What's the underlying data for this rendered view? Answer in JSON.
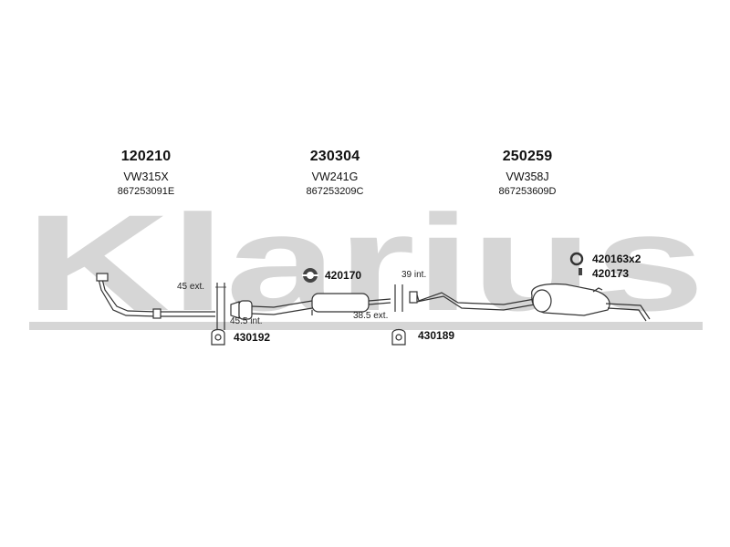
{
  "watermark": {
    "text": "Klarius",
    "color": "#d6d6d6"
  },
  "parts": [
    {
      "number": "120210",
      "ref": "VW315X",
      "oem": "867253091E"
    },
    {
      "number": "230304",
      "ref": "VW241G",
      "oem": "867253209C"
    },
    {
      "number": "250259",
      "ref": "VW358J",
      "oem": "867253609D"
    }
  ],
  "dimensions": {
    "d1": "45 ext.",
    "d2": "45.5 int.",
    "d3": "38.5 ext.",
    "d4": "39 int."
  },
  "accessories": {
    "clamp_a": "420170",
    "mount_a": "430192",
    "mount_b": "430189",
    "ring": "420163x2",
    "bolt": "420173"
  },
  "colors": {
    "line": "#333333",
    "fill": "#ffffff",
    "shade": "#e6e6e6"
  }
}
